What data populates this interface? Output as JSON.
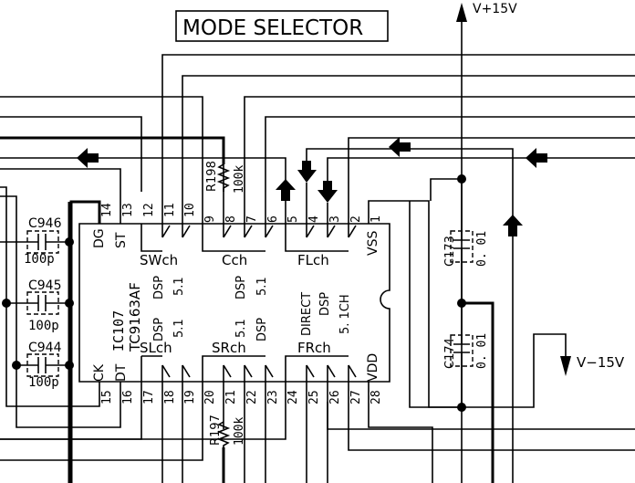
{
  "title": "MODE SELECTOR",
  "power": {
    "positive": "V+15V",
    "negative": "V−15V"
  },
  "ic": {
    "ref": "IC107",
    "part": "TC9163AF",
    "pins_top": [
      "14",
      "13",
      "12",
      "11",
      "10",
      "9",
      "8",
      "7",
      "6",
      "5",
      "4",
      "3",
      "2",
      "1"
    ],
    "pins_bottom": [
      "15",
      "16",
      "17",
      "18",
      "19",
      "20",
      "21",
      "22",
      "23",
      "24",
      "25",
      "26",
      "27",
      "28"
    ],
    "pin_names": {
      "dg": "DG",
      "st": "ST",
      "ck": "CK",
      "dt": "DT",
      "vss": "VSS",
      "vdd": "VDD"
    },
    "groups_top": [
      {
        "name": "SWch",
        "modes": [
          "DSP",
          "5.1"
        ]
      },
      {
        "name": "Cch",
        "modes": [
          "DSP",
          "5.1"
        ]
      },
      {
        "name": "FLch",
        "modes": [
          "DIRECT",
          "DSP",
          "5.1CH"
        ]
      }
    ],
    "groups_bottom": [
      {
        "name": "SLch",
        "modes": [
          "DSP",
          "5.1"
        ]
      },
      {
        "name": "SRch",
        "modes": [
          "5.1",
          "DSP"
        ]
      },
      {
        "name": "FRch",
        "modes": []
      }
    ],
    "direct_label": "DIRECT",
    "dsp_label": "DSP",
    "ch51_label": "5. 1CH"
  },
  "components": {
    "c946": {
      "ref": "C946",
      "value": "100p"
    },
    "c945": {
      "ref": "C945",
      "value": "100p"
    },
    "c944": {
      "ref": "C944",
      "value": "100p"
    },
    "c173": {
      "ref": "C173",
      "value": "0. 01"
    },
    "c174": {
      "ref": "C174",
      "value": "0. 01"
    },
    "r198": {
      "ref": "R198",
      "value": "100k"
    },
    "r197": {
      "ref": "R197",
      "value": "100k"
    }
  },
  "labels": {
    "dsp": "DSP",
    "v51": "5.1"
  }
}
